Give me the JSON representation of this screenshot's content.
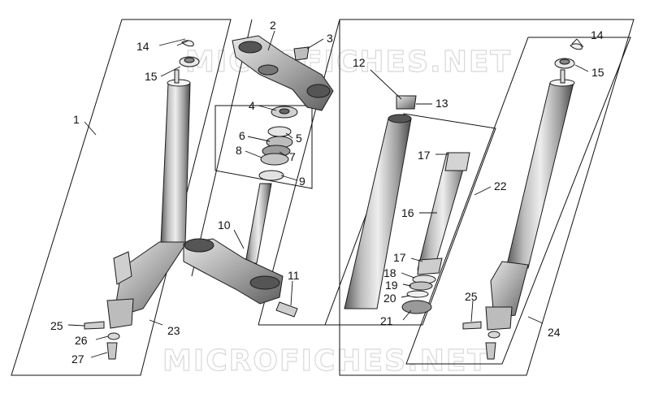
{
  "watermarks": [
    "MICROFICHES.NET",
    "MICROFICHES.NET"
  ],
  "parts": [
    {
      "id": "1",
      "text": "1"
    },
    {
      "id": "2",
      "text": "2"
    },
    {
      "id": "3",
      "text": "3"
    },
    {
      "id": "4",
      "text": "4"
    },
    {
      "id": "5",
      "text": "5"
    },
    {
      "id": "6",
      "text": "6"
    },
    {
      "id": "7",
      "text": "7"
    },
    {
      "id": "8",
      "text": "8"
    },
    {
      "id": "9",
      "text": "9"
    },
    {
      "id": "10",
      "text": "10"
    },
    {
      "id": "11",
      "text": "11"
    },
    {
      "id": "12",
      "text": "12"
    },
    {
      "id": "13",
      "text": "13"
    },
    {
      "id": "14a",
      "text": "14"
    },
    {
      "id": "14b",
      "text": "14"
    },
    {
      "id": "15a",
      "text": "15"
    },
    {
      "id": "15b",
      "text": "15"
    },
    {
      "id": "16",
      "text": "16"
    },
    {
      "id": "17a",
      "text": "17"
    },
    {
      "id": "17b",
      "text": "17"
    },
    {
      "id": "18",
      "text": "18"
    },
    {
      "id": "19",
      "text": "19"
    },
    {
      "id": "20",
      "text": "20"
    },
    {
      "id": "21",
      "text": "21"
    },
    {
      "id": "22",
      "text": "22"
    },
    {
      "id": "23",
      "text": "23"
    },
    {
      "id": "24",
      "text": "24"
    },
    {
      "id": "25a",
      "text": "25"
    },
    {
      "id": "25b",
      "text": "25"
    },
    {
      "id": "26",
      "text": "26"
    },
    {
      "id": "27",
      "text": "27"
    }
  ]
}
